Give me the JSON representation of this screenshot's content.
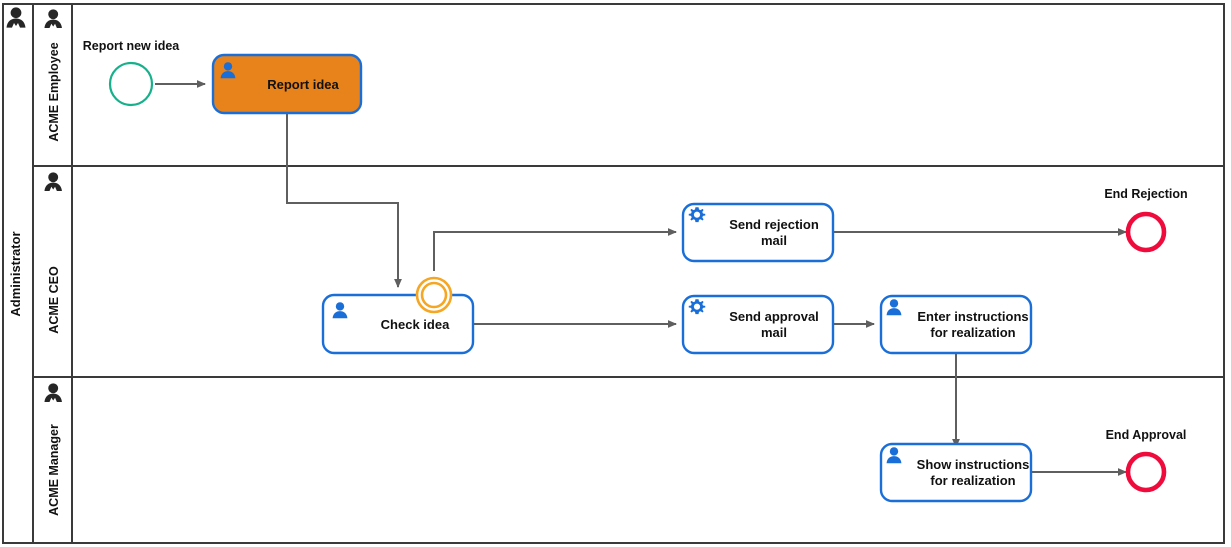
{
  "pool": {
    "label": "Administrator",
    "icon": "person-icon"
  },
  "lanes": [
    {
      "label": "ACME Employee",
      "icon": "person-icon"
    },
    {
      "label": "ACME CEO",
      "icon": "person-icon"
    },
    {
      "label": "ACME Manager",
      "icon": "person-icon"
    }
  ],
  "events": {
    "start_report_new_idea": {
      "label": "Report new idea",
      "type": "start-event",
      "color": "#16b08a"
    },
    "boundary_check_idea": {
      "label": "",
      "type": "boundary-event",
      "color": "#f5a623"
    },
    "end_rejection": {
      "label": "End Rejection",
      "type": "end-event",
      "color": "#ef0b3c"
    },
    "end_approval": {
      "label": "End Approval",
      "type": "end-event",
      "color": "#ef0b3c"
    }
  },
  "tasks": [
    {
      "id": "report-idea",
      "label": "Report idea",
      "line1": "Report idea",
      "line2": "",
      "icon": "user-icon",
      "task_type": "user-task",
      "highlighted": true,
      "fill": "#e8821a",
      "lane": "ACME Employee"
    },
    {
      "id": "check-idea",
      "label": "Check idea",
      "line1": "Check idea",
      "line2": "",
      "icon": "user-icon",
      "task_type": "user-task",
      "highlighted": false,
      "fill": "#ffffff",
      "lane": "ACME CEO"
    },
    {
      "id": "send-rejection-mail",
      "label": "Send rejection mail",
      "line1": "Send rejection",
      "line2": "mail",
      "icon": "gear-icon",
      "task_type": "service-task",
      "highlighted": false,
      "fill": "#ffffff",
      "lane": "ACME CEO"
    },
    {
      "id": "send-approval-mail",
      "label": "Send approval mail",
      "line1": "Send approval",
      "line2": "mail",
      "icon": "gear-icon",
      "task_type": "service-task",
      "highlighted": false,
      "fill": "#ffffff",
      "lane": "ACME CEO"
    },
    {
      "id": "enter-instructions",
      "label": "Enter instructions for realization",
      "line1": "Enter instructions",
      "line2": "for realization",
      "icon": "user-icon",
      "task_type": "user-task",
      "highlighted": false,
      "fill": "#ffffff",
      "lane": "ACME CEO"
    },
    {
      "id": "show-instructions",
      "label": "Show instructions for realization",
      "line1": "Show instructions",
      "line2": "for realization",
      "icon": "user-icon",
      "task_type": "user-task",
      "highlighted": false,
      "fill": "#ffffff",
      "lane": "ACME Manager"
    }
  ],
  "colors": {
    "task_border": "#1a6ed8",
    "task_highlight_fill": "#e8821a",
    "icon_blue": "#1a6ed8",
    "start_green": "#16b08a",
    "end_red": "#ef0b3c",
    "boundary_orange": "#f5a623",
    "flow_gray": "#5f5f5f",
    "pool_border": "#3a3a3a"
  }
}
